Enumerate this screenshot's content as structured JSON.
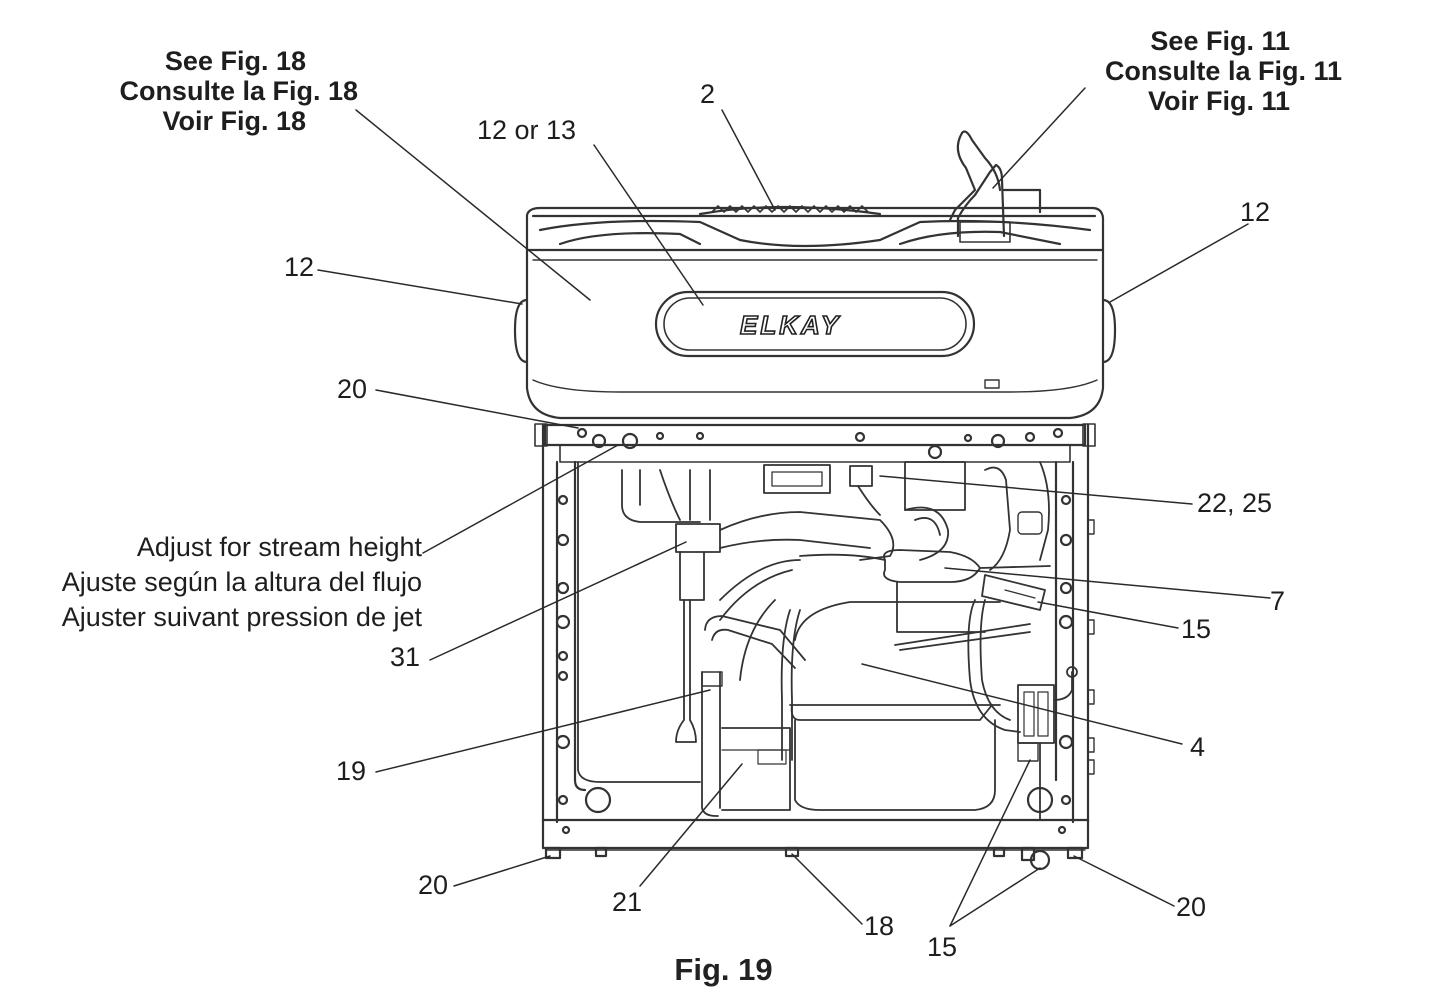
{
  "callouts": {
    "see18": [
      "See Fig. 18",
      "Consulte la Fig. 18",
      "Voir Fig. 18"
    ],
    "see11": [
      "See Fig. 11",
      "Consulte la Fig. 11",
      "Voir Fig. 11"
    ],
    "adjust": [
      "Adjust for stream height",
      "Ajuste según la altura del flujo",
      "Ajuster suivant pression de jet"
    ]
  },
  "refs": {
    "r2": "2",
    "r12or13": "12 or 13",
    "r12_left": "12",
    "r12_right": "12",
    "r20_top": "20",
    "r22_25": "22, 25",
    "r7": "7",
    "r15_mid": "15",
    "r31": "31",
    "r4": "4",
    "r19": "19",
    "r20_bl": "20",
    "r21": "21",
    "r18": "18",
    "r15_bottom": "15",
    "r20_br": "20"
  },
  "logo": "ELKAY",
  "figure_caption": "Fig. 19"
}
